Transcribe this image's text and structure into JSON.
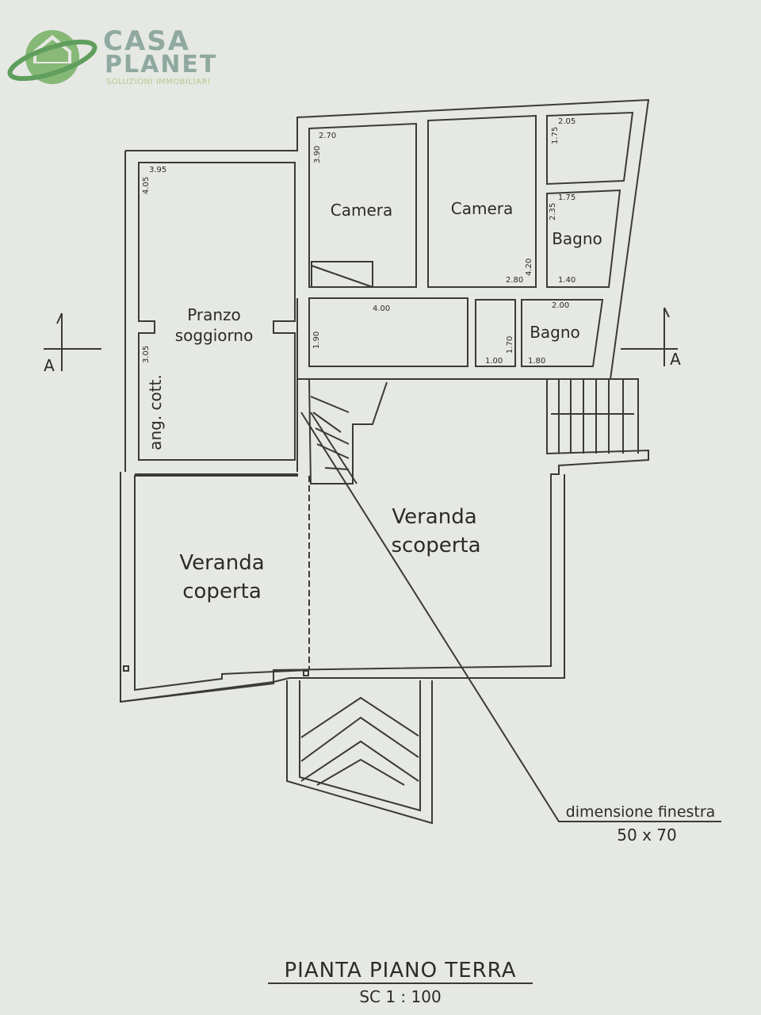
{
  "logo": {
    "line1": "CASA",
    "line2": "PLANET",
    "tagline": "SOLUZIONI IMMOBILIARI",
    "icon": "house-planet-icon",
    "colors": {
      "word": "#8fa9a0",
      "tagline": "#b5c98f",
      "ring": "#6fa86a"
    }
  },
  "rooms": {
    "pranzo_1": "Pranzo",
    "pranzo_2": "soggiorno",
    "ang_cott": "ang. cott.",
    "camera_1": "Camera",
    "camera_2": "Camera",
    "bagno_1": "Bagno",
    "bagno_2": "Bagno",
    "veranda_coperta_1": "Veranda",
    "veranda_coperta_2": "coperta",
    "veranda_scoperta_1": "Veranda",
    "veranda_scoperta_2": "scoperta"
  },
  "dimensions": {
    "d395": "3.95",
    "d405": "4.05",
    "d305": "3.05",
    "d270": "2.70",
    "d390": "3.90",
    "d280": "2.80",
    "d420": "4.20",
    "d205": "2.05",
    "d175a": "1.75",
    "d175b": "1.75",
    "d235": "2.35",
    "d140": "1.40",
    "d400": "4.00",
    "d190": "1.90",
    "d100": "1.00",
    "d170": "1.70",
    "d200": "2.00",
    "d180": "1.80"
  },
  "section_marks": {
    "left": "A",
    "right": "A"
  },
  "annotation": {
    "line1": "dimensione finestra",
    "line2": "50 x 70"
  },
  "title": {
    "main": "PIANTA PIANO TERRA",
    "scale": "SC 1 : 100"
  }
}
